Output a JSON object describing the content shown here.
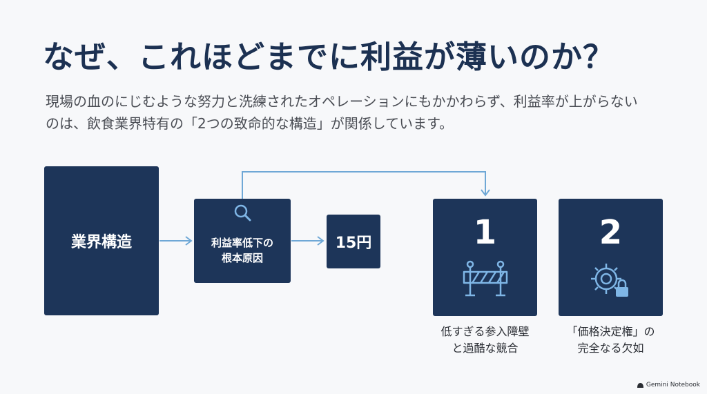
{
  "title": "なぜ、これほどまでに利益が薄いのか？",
  "subtitle": {
    "line1": "現場の血のにじむような努力と洗練されたオペレーションにもかかわらず、利益率が上がらない",
    "line2": "のは、飲食業界特有の「2つの致命的な構造」が関係しています。"
  },
  "diagram": {
    "industry": "業界構造",
    "root_cause": {
      "line1": "利益率低下の",
      "line2": "根本原因"
    },
    "yen": "15円",
    "factor1": {
      "num": "1",
      "line1": "低すぎる参入障壁",
      "line2": "と過酷な競合"
    },
    "factor2": {
      "num": "2",
      "line1": "「価格決定権」の",
      "line2": "完全なる欠如"
    }
  },
  "branding": "Gemini Notebook",
  "colors": {
    "box": "#1d3559",
    "arrow": "#6fa8d6",
    "icon": "#7fb6e6"
  },
  "icons": [
    "search-icon",
    "barrier-icon",
    "gear-lock-icon",
    "notebook-logo-icon"
  ]
}
